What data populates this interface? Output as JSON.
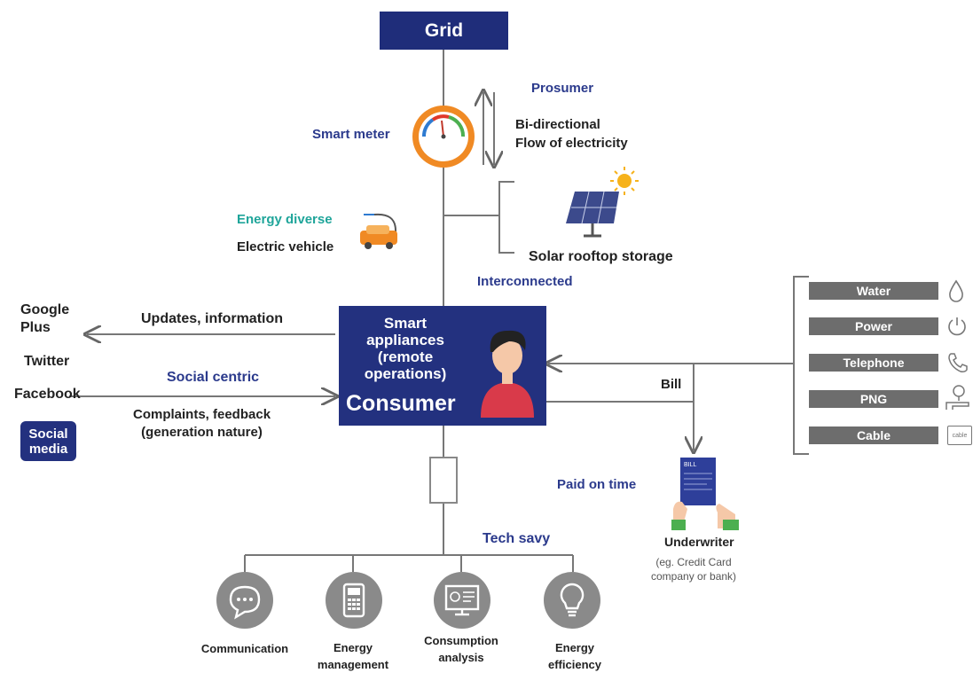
{
  "grid": "Grid",
  "prosumer": "Prosumer",
  "bidirectional": [
    "Bi-directional",
    "Flow of electricity"
  ],
  "smart_meter": "Smart meter",
  "energy_diverse": "Energy diverse",
  "electric_vehicle": "Electric vehicle",
  "solar": "Solar rooftop storage",
  "interconnected": "Interconnected",
  "consumer_box": {
    "appliances": [
      "Smart",
      "appliances",
      "(remote",
      "operations)"
    ],
    "consumer": "Consumer"
  },
  "social_networks": [
    "Google",
    "Plus",
    "Twitter",
    "Facebook"
  ],
  "social_badge": [
    "Social",
    "media"
  ],
  "updates": "Updates, information",
  "social_centric": "Social centric",
  "complaints": [
    "Complaints, feedback",
    "(generation nature)"
  ],
  "bill": "Bill",
  "utilities": [
    {
      "label": "Water",
      "icon": "water-drop-icon"
    },
    {
      "label": "Power",
      "icon": "power-icon"
    },
    {
      "label": "Telephone",
      "icon": "telephone-icon"
    },
    {
      "label": "PNG",
      "icon": "gas-tap-icon"
    },
    {
      "label": "Cable",
      "icon": "cable-icon"
    }
  ],
  "cable_icon_text": "cable",
  "paid_on_time": "Paid on time",
  "bill_card_text": "BILL",
  "underwriter": "Underwriter",
  "underwriter_note": [
    "(eg. Credit Card",
    "company or bank)"
  ],
  "tech_savy": "Tech savy",
  "tech_items": [
    {
      "label": [
        "Communication"
      ],
      "icon": "chat-icon"
    },
    {
      "label": [
        "Energy",
        "management"
      ],
      "icon": "smart-meter-device-icon"
    },
    {
      "label": [
        "Consumption",
        "analysis"
      ],
      "icon": "analysis-screen-icon"
    },
    {
      "label": [
        "Energy",
        "efficiency"
      ],
      "icon": "lightbulb-icon"
    }
  ],
  "colors": {
    "navy": "#23317f",
    "teal": "#1fa59a",
    "gray": "#6d6d6d",
    "orange": "#f08a24"
  }
}
